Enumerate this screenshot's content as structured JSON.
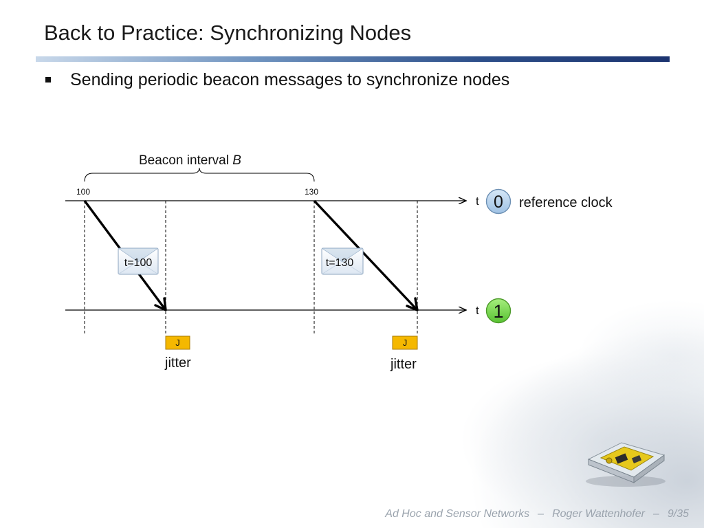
{
  "slide": {
    "title": "Back to Practice: Synchronizing Nodes",
    "bullet": "Sending periodic beacon messages to synchronize nodes"
  },
  "diagram": {
    "interval_label": "Beacon interval ",
    "interval_symbol": "B",
    "tick_left": "100",
    "tick_right": "130",
    "axis_label_top": "t",
    "axis_label_bottom": "t",
    "node_reference": "0",
    "node_reference_label": "reference clock",
    "node_other": "1",
    "message_1": "t=100",
    "message_2": "t=130",
    "jitter_box_1": "J",
    "jitter_box_2": "J",
    "jitter_label_1": "jitter",
    "jitter_label_2": "jitter",
    "colors": {
      "node_reference_fill": "#b9d4ee",
      "node_other_fill": "#7ed957",
      "jitter_fill": "#f5b800"
    }
  },
  "footer": {
    "course": "Ad Hoc and Sensor Networks",
    "separator": "–",
    "author": "Roger Wattenhofer",
    "page": "9/35"
  }
}
